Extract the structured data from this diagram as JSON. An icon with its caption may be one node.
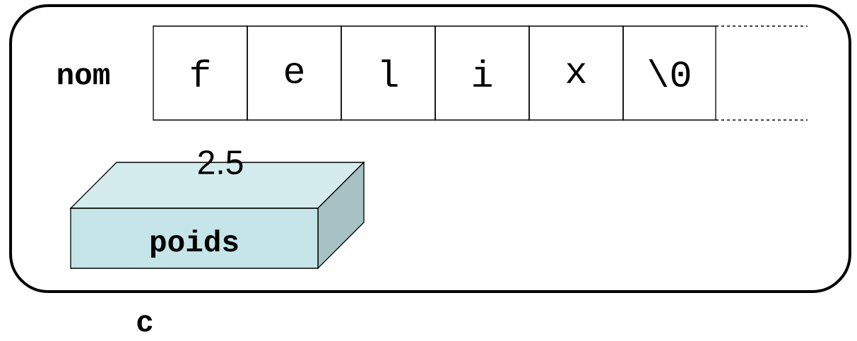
{
  "diagram": {
    "nodes": [
      {
        "text": [],
        "shape": "box",
        "beside": [
          "c"
        ]
      },
      {
        "text": [
          "f"
        ],
        "in": 0
      },
      {
        "text": [
          "e"
        ],
        "in": 0
      },
      {
        "text": [
          "l"
        ],
        "in": 0
      },
      {
        "text": [
          "i"
        ],
        "in": 0
      },
      {
        "text": [
          "x"
        ],
        "in": 0
      },
      {
        "text": [
          "\\0"
        ],
        "in": 0
      },
      {
        "text": [],
        "shape": "box",
        "in": 0
      },
      {
        "text": [
          "2.5",
          "poids"
        ],
        "in": 0
      }
    ],
    "labels": [
      "nom"
    ]
  }
}
